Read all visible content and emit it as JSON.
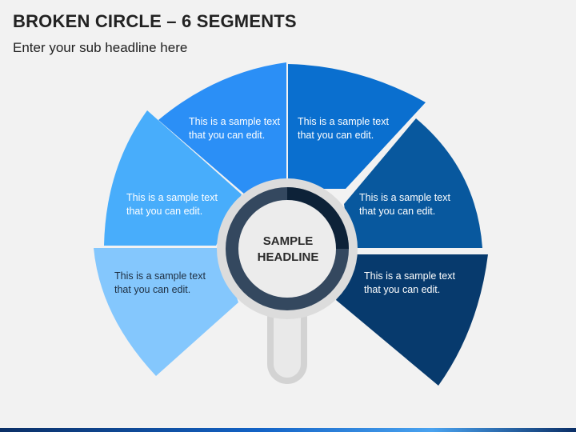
{
  "header": {
    "title": "BROKEN CIRCLE – 6 SEGMENTS",
    "subtitle": "Enter your sub headline here"
  },
  "center": {
    "label_line1": "SAMPLE",
    "label_line2": "HEADLINE"
  },
  "segments": [
    {
      "id": "top-left",
      "text_line1": "This is a sample text",
      "text_line2": "that you can edit.",
      "color": "#2b8ff6"
    },
    {
      "id": "top-right",
      "text_line1": "This is a sample text",
      "text_line2": "that you can edit.",
      "color": "#0a6fcf"
    },
    {
      "id": "left",
      "text_line1": "This is a sample text",
      "text_line2": "that you can edit.",
      "color": "#48adfb"
    },
    {
      "id": "right",
      "text_line1": "This is a sample text",
      "text_line2": "that you can edit.",
      "color": "#08589e"
    },
    {
      "id": "lower-left",
      "text_line1": "This is a sample text",
      "text_line2": "that you can edit.",
      "color": "#84c7fd"
    },
    {
      "id": "lower-right",
      "text_line1": "This is a sample text",
      "text_line2": "that you can edit.",
      "color": "#073a6d"
    }
  ],
  "colors": {
    "background": "#f2f2f2",
    "handle": "#d3d3d3",
    "ring": "#dcdcdc",
    "dark_ring": "#34485f",
    "inner_circle": "#ececec"
  }
}
